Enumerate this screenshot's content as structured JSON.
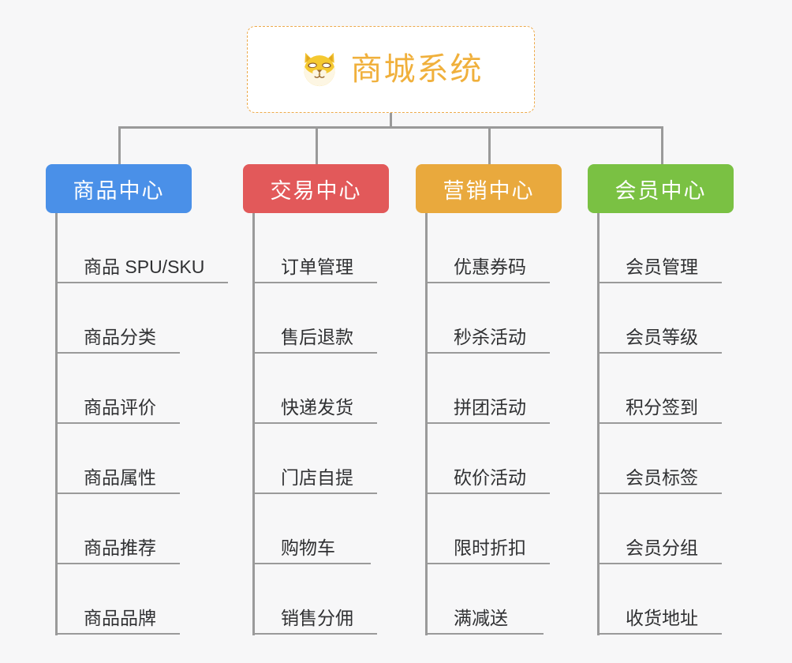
{
  "diagram": {
    "type": "org-chart",
    "background_color": "#f7f7f8",
    "root": {
      "title": "商城系统",
      "icon": "shiba-dog-emoji",
      "text_color": "#f0b03c",
      "border_color": "#edaa4b",
      "background_color": "#ffffff"
    },
    "connector_color": "#9a9a9a",
    "columns": [
      {
        "id": "product-center",
        "label": "商品中心",
        "color": "#4a90e8",
        "items": [
          "商品 SPU/SKU",
          "商品分类",
          "商品评价",
          "商品属性",
          "商品推荐",
          "商品品牌"
        ]
      },
      {
        "id": "trade-center",
        "label": "交易中心",
        "color": "#e2595a",
        "items": [
          "订单管理",
          "售后退款",
          "快递发货",
          "门店自提",
          "购物车",
          "销售分佣"
        ]
      },
      {
        "id": "marketing-center",
        "label": "营销中心",
        "color": "#e9a93d",
        "items": [
          "优惠券码",
          "秒杀活动",
          "拼团活动",
          "砍价活动",
          "限时折扣",
          "满减送"
        ]
      },
      {
        "id": "member-center",
        "label": "会员中心",
        "color": "#7ac143",
        "items": [
          "会员管理",
          "会员等级",
          "积分签到",
          "会员标签",
          "会员分组",
          "收货地址"
        ]
      }
    ]
  }
}
